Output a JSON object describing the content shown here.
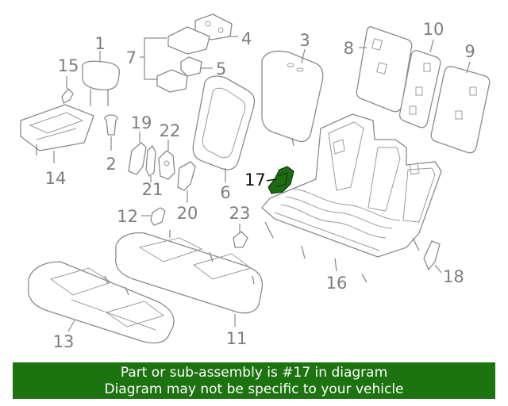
{
  "callouts": {
    "c1": "1",
    "c2": "2",
    "c3": "3",
    "c4": "4",
    "c5": "5",
    "c6": "6",
    "c7": "7",
    "c8": "8",
    "c9": "9",
    "c10": "10",
    "c11": "11",
    "c12": "12",
    "c13": "13",
    "c14": "14",
    "c15": "15",
    "c16": "16",
    "c17": "17",
    "c18": "18",
    "c19": "19",
    "c20": "20",
    "c21": "21",
    "c22": "22",
    "c23": "23"
  },
  "highlight_part": "17",
  "colors": {
    "highlight": "#1d6b14",
    "banner": "#1d7310",
    "line": "#8a8a8a"
  },
  "banner": {
    "line1": "Part or sub-assembly is #17 in diagram",
    "line2": "Diagram may not be specific to your vehicle"
  }
}
